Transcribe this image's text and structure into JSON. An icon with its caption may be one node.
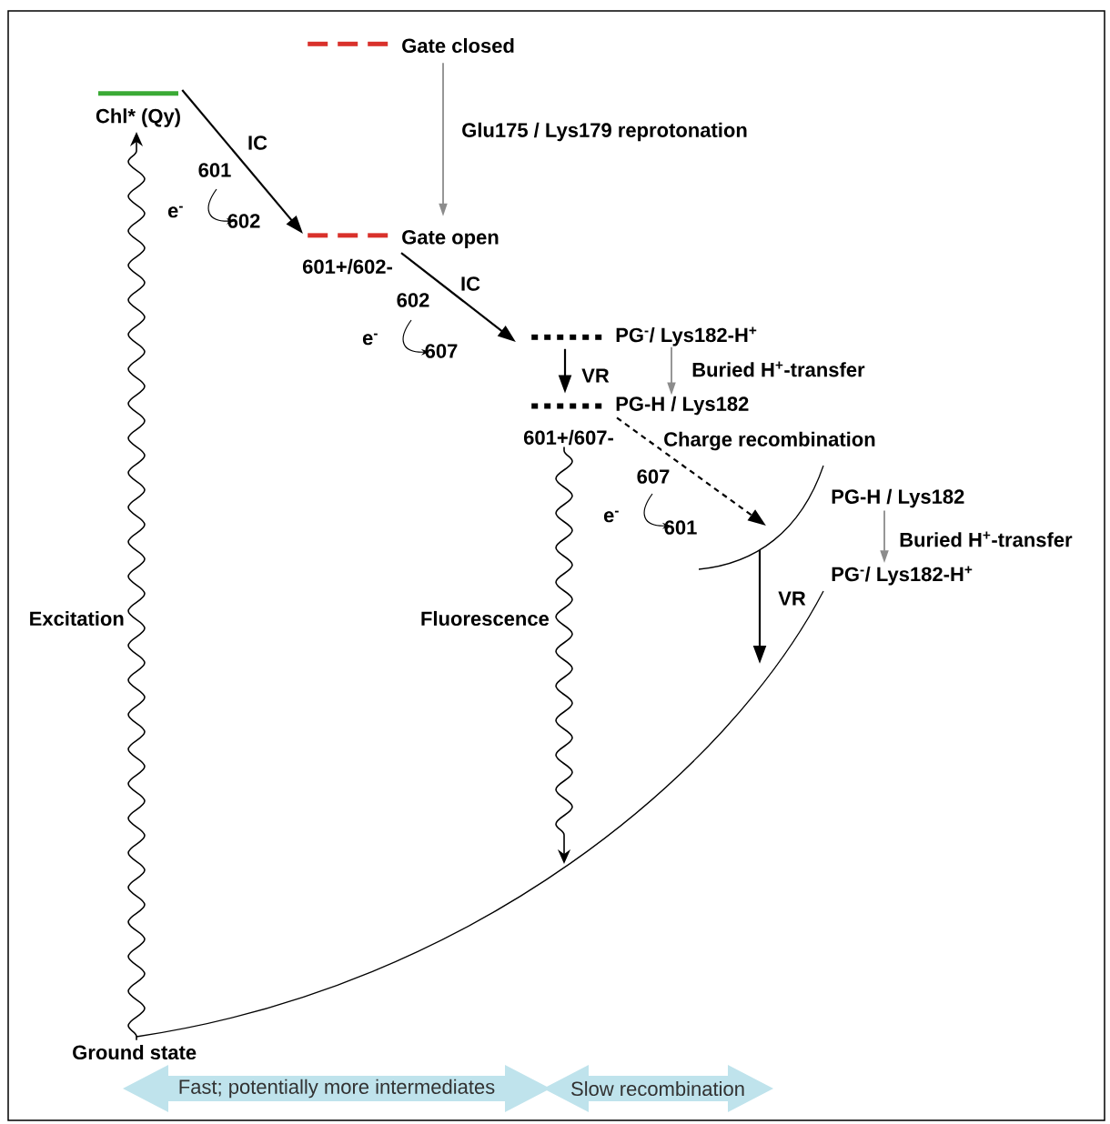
{
  "diagram": {
    "nodes": [
      {
        "text": [
          "Chl* (Qy)"
        ]
      },
      {
        "text": [
          "Gate closed"
        ]
      },
      {
        "text": [
          "Gate open",
          "601+/602-"
        ]
      },
      {
        "text": [
          "PG$^{-}$/ Lys182-H$^{+}$"
        ]
      },
      {
        "text": [
          "PG-H / Lys182",
          "601+/607-"
        ]
      },
      {
        "text": [
          "PG-H / Lys182"
        ]
      },
      {
        "text": [
          "PG$^{-}$/ Lys182-H$^{+}$"
        ]
      },
      {
        "text": [
          "Ground state"
        ]
      },
      {
        "text": [
          "Fast; potentially more intermediates"
        ]
      },
      {
        "text": [
          "Slow recombination"
        ]
      }
    ],
    "edges": [
      {
        "from": 0,
        "to": 2,
        "arrow": "to",
        "label": "IC"
      },
      {
        "from": 1,
        "to": 2,
        "arrow": "to",
        "label": "Glu175 / Lys179 reprotonation",
        "color": "#8c8c8c"
      },
      {
        "from": 2,
        "to": 3,
        "arrow": "to",
        "label": "IC"
      },
      {
        "from": 3,
        "to": 4,
        "arrow": "to",
        "label": "VR"
      },
      {
        "from": 3,
        "to": 4,
        "arrow": "to",
        "label": "Buried H$^{+}$-transfer",
        "color": "#8c8c8c"
      },
      {
        "from": 4,
        "to": 5,
        "arrow": "to",
        "label": "Charge recombination",
        "style": "dashed"
      },
      {
        "from": 5,
        "to": 6,
        "arrow": "to",
        "label": "Buried H$^{+}$-transfer",
        "color": "#8c8c8c"
      },
      {
        "from": 5,
        "to": null,
        "arrow": "to",
        "label": "VR"
      },
      {
        "from": 4,
        "to": null,
        "arrow": "to",
        "label": "Fluorescence"
      },
      {
        "from": 7,
        "to": 0,
        "arrow": "to",
        "label": "Excitation"
      }
    ],
    "labels": [
      "601",
      "e$^{-}$",
      "602",
      "602",
      "e$^{-}$",
      "607",
      "607",
      "e$^{-}$",
      "601"
    ]
  }
}
